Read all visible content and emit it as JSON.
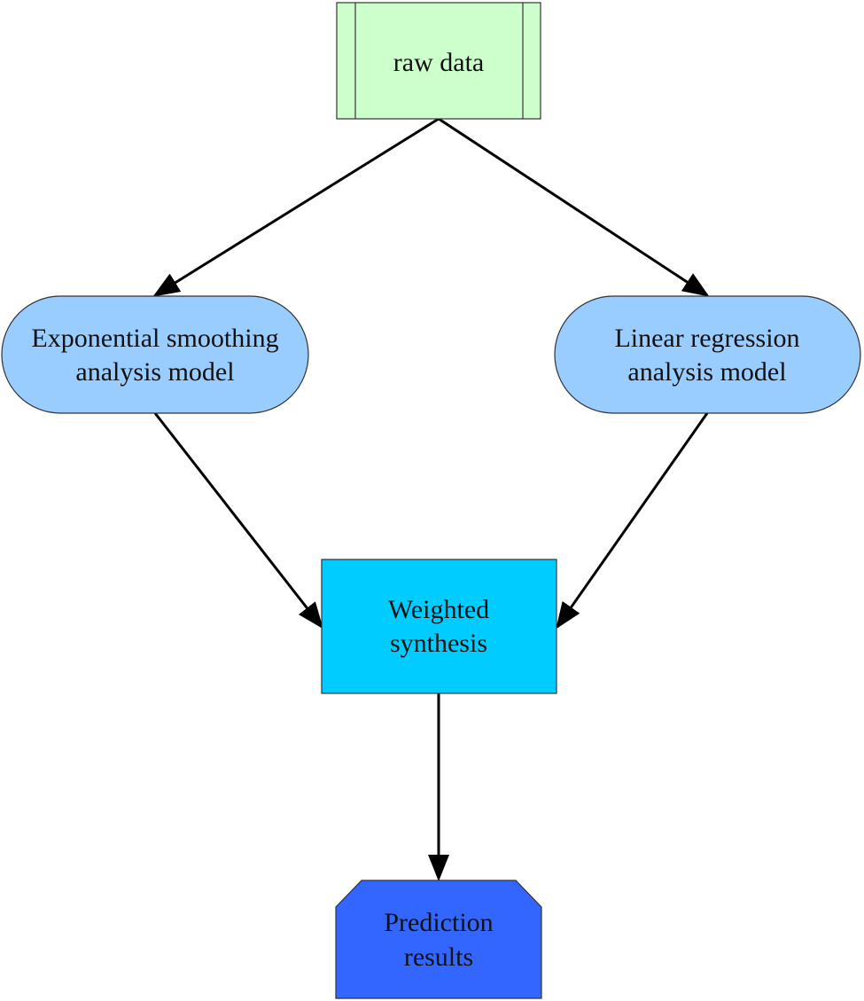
{
  "nodes": {
    "raw_data": {
      "lines": [
        "raw data"
      ],
      "color": "#ccffcc"
    },
    "exp_model": {
      "lines": [
        "Exponential smoothing",
        "analysis model"
      ],
      "color": "#99ccff"
    },
    "lin_model": {
      "lines": [
        "Linear regression",
        "analysis model"
      ],
      "color": "#99ccff"
    },
    "weighted": {
      "lines": [
        "Weighted",
        "synthesis"
      ],
      "color": "#00ccff"
    },
    "prediction": {
      "lines": [
        "Prediction",
        "results"
      ],
      "color": "#3366ff"
    }
  },
  "edges": [
    {
      "from": "raw_data",
      "to": "exp_model"
    },
    {
      "from": "raw_data",
      "to": "lin_model"
    },
    {
      "from": "exp_model",
      "to": "weighted"
    },
    {
      "from": "lin_model",
      "to": "weighted"
    },
    {
      "from": "weighted",
      "to": "prediction"
    }
  ]
}
